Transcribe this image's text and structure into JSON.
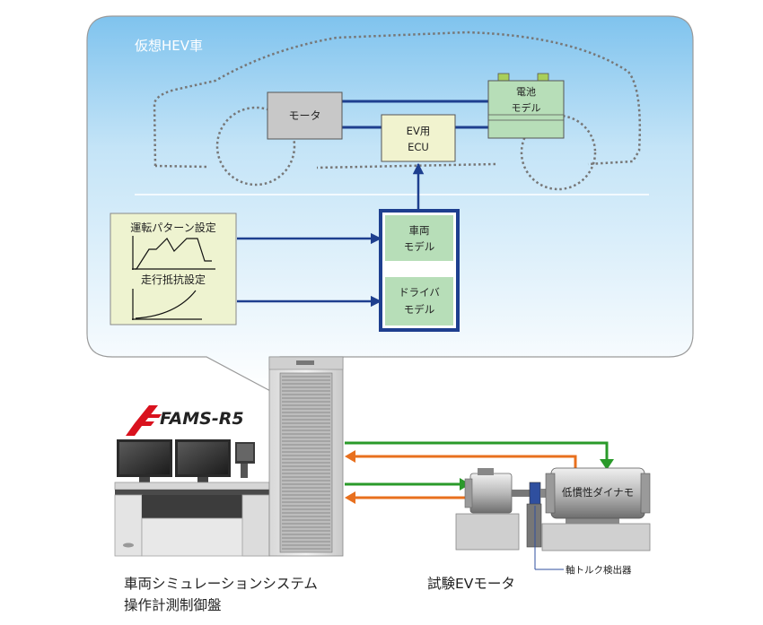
{
  "bubble": {
    "title": "仮想HEV車"
  },
  "vehicle": {
    "motor": "モータ",
    "ecu_line1": "EV用",
    "ecu_line2": "ECU",
    "battery_line1": "電池",
    "battery_line2": "モデル"
  },
  "settings": {
    "pattern": "運転パターン設定",
    "resistance": "走行抵抗設定"
  },
  "models": {
    "vehicle_line1": "車両",
    "vehicle_line2": "モデル",
    "driver_line1": "ドライバ",
    "driver_line2": "モデル"
  },
  "brand": {
    "logo": "FAMS-R5"
  },
  "equipment": {
    "dyno": "低慣性ダイナモ",
    "torque_sensor": "軸トルク検出器"
  },
  "captions": {
    "console_line1": "車両シミュレーションシステム",
    "console_line2": "操作計測制御盤",
    "test_motor": "試験EVモータ"
  },
  "colors": {
    "signal_line": "#1e3f8f",
    "green_arrow": "#2a9a2a",
    "orange_arrow": "#e8701e",
    "model_box": "#b7deb8",
    "ecu_box": "#f1f3cf",
    "settings_box": "#eef3d0"
  }
}
